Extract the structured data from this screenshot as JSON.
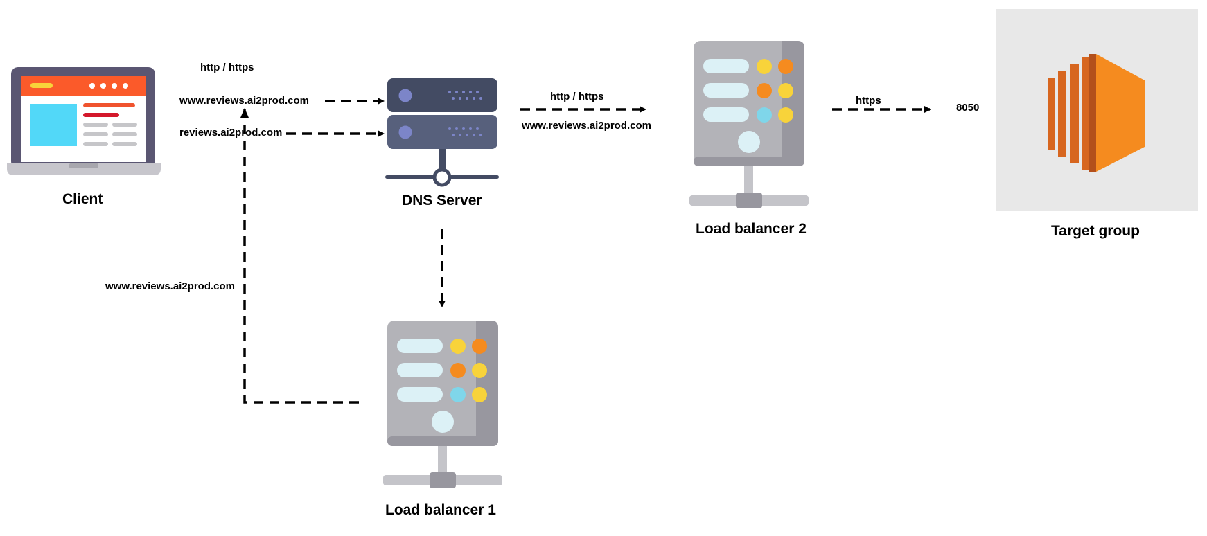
{
  "nodes": {
    "client": {
      "label": "Client",
      "icon": "laptop-browser-icon"
    },
    "dns": {
      "label": "DNS Server",
      "icon": "dns-server-icon"
    },
    "lb1": {
      "label": "Load balancer 1",
      "icon": "server-rack-icon"
    },
    "lb2": {
      "label": "Load balancer 2",
      "icon": "server-rack-icon"
    },
    "target": {
      "label": "Target group",
      "icon": "aws-ec2-icon"
    }
  },
  "edges": {
    "client_dns_protocol": "http / https",
    "client_dns_host_www": "www.reviews.ai2prod.com",
    "client_dns_host_apex": "reviews.ai2prod.com",
    "dns_lb2_protocol": "http / https",
    "dns_lb2_host": "www.reviews.ai2prod.com",
    "lb1_client_redirect_host": "www.reviews.ai2prod.com",
    "lb2_target_protocol": "https",
    "target_port": "8050"
  },
  "colors": {
    "arrow": "#000000",
    "target_bg": "#e8e8e8",
    "aws_orange": "#f58b1f",
    "aws_dark_orange": "#c2561a",
    "server_gray": "#b3b3b8",
    "dns_navy": "#45506a"
  }
}
